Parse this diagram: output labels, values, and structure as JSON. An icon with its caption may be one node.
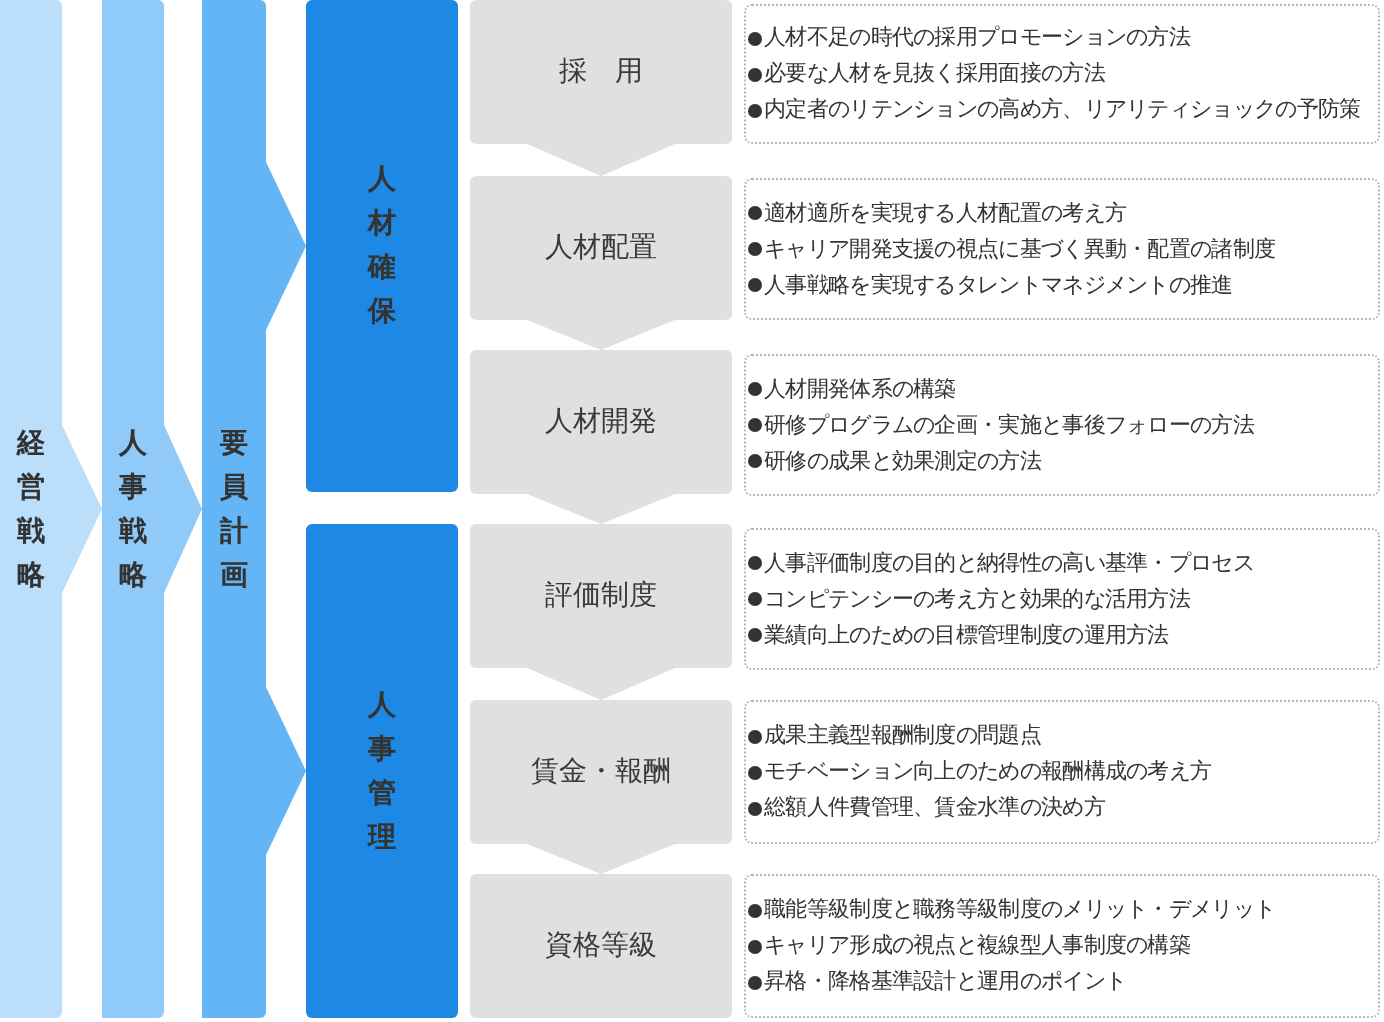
{
  "diagram": {
    "nodes": [
      {
        "text": [
          "経営戦略"
        ]
      },
      {
        "text": [
          "人事戦略"
        ]
      },
      {
        "text": [
          "要員計画"
        ]
      },
      {
        "text": [
          "人材確保"
        ]
      },
      {
        "text": [
          "人事管理"
        ]
      },
      {
        "text": [
          "採　用"
        ]
      },
      {
        "text": [
          "人材不足の時代の採用プロモーションの方法",
          "必要な人材を見抜く採用面接の方法",
          "内定者のリテンションの高め方、リアリティショックの予防策"
        ]
      },
      {
        "text": [
          "人材配置"
        ]
      },
      {
        "text": [
          "適材適所を実現する人材配置の考え方",
          "キャリア開発支援の視点に基づく異動・配置の諸制度",
          "人事戦略を実現するタレントマネジメントの推進"
        ]
      },
      {
        "text": [
          "人材開発"
        ]
      },
      {
        "text": [
          "人材開発体系の構築",
          "研修プログラムの企画・実施と事後フォローの方法",
          "研修の成果と効果測定の方法"
        ]
      },
      {
        "text": [
          "評価制度"
        ]
      },
      {
        "text": [
          "人事評価制度の目的と納得性の高い基準・プロセス",
          "コンピテンシーの考え方と効果的な活用方法",
          "業績向上のための目標管理制度の運用方法"
        ]
      },
      {
        "text": [
          "賃金・報酬"
        ]
      },
      {
        "text": [
          "成果主義型報酬制度の問題点",
          "モチベーション向上のための報酬構成の考え方",
          "総額人件費管理、賃金水準の決め方"
        ]
      },
      {
        "text": [
          "資格等級"
        ]
      },
      {
        "text": [
          "職能等級制度と職務等級制度のメリット・デメリット",
          "キャリア形成の視点と複線型人事制度の構築",
          "昇格・降格基準設計と運用のポイント"
        ]
      }
    ],
    "edges": [
      {
        "from": 0,
        "to": 1,
        "arrow": "to",
        "color": "#bbdefb"
      },
      {
        "from": 1,
        "to": 2,
        "arrow": "to",
        "color": "#90caf9"
      },
      {
        "from": 2,
        "to": 3,
        "arrow": "to",
        "color": "#64b5f6"
      },
      {
        "from": 2,
        "to": 4,
        "arrow": "to",
        "color": "#64b5f6"
      },
      {
        "from": 5,
        "to": 7,
        "arrow": "to"
      },
      {
        "from": 7,
        "to": 9,
        "arrow": "to"
      },
      {
        "from": 9,
        "to": 11,
        "arrow": "to"
      },
      {
        "from": 11,
        "to": 13,
        "arrow": "to"
      },
      {
        "from": 13,
        "to": 15,
        "arrow": "to"
      }
    ]
  }
}
